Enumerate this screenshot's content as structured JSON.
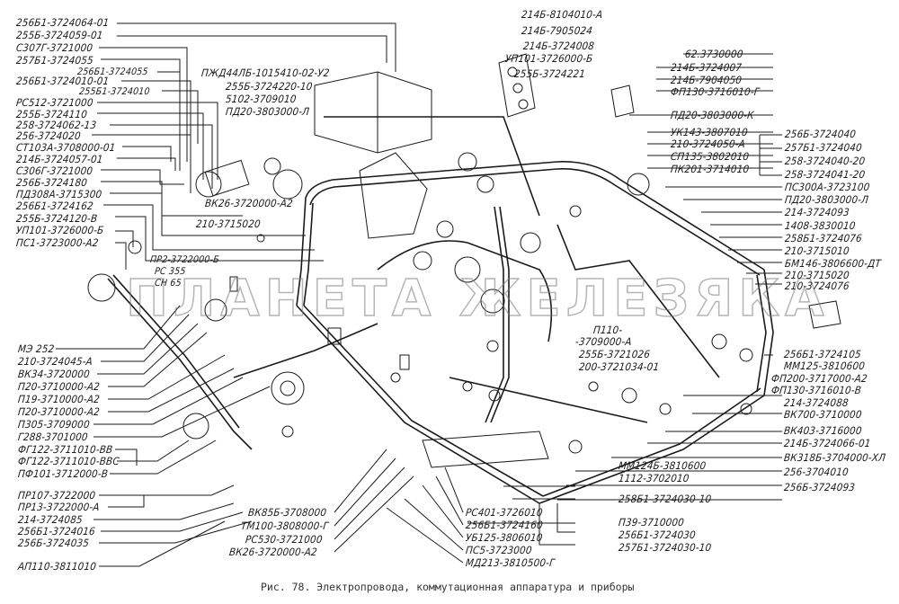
{
  "figure": {
    "caption": "Рис. 78. Электропровода, коммутационная аппаратура и приборы",
    "watermark": "ПЛАНЕТА ЖЕЛЕЗЯКА"
  },
  "labels": {
    "left_top": [
      "256Б1-3724064-01",
      "255Б-3724059-01",
      "С307Г-3721000",
      "257Б1-3724055",
      "256Б1-3724055",
      "256Б1-3724010-01",
      "255Б1-3724010",
      "РС512-3721000",
      "255Б-3724110",
      "258-3724062-13",
      "256-3724020",
      "СТ103А-3708000-01",
      "214Б-3724057-01",
      "С306Г-3721000",
      "256Б-3724180",
      "ПД308А-3715300",
      "256Б1-3724162",
      "255Б-3724120-В",
      "УП101-3726000-Б",
      "ПС1-3723000-А2"
    ],
    "left_bottom": [
      "МЭ 252",
      "210-3724045-А",
      "ВК34-3720000",
      "П20-3710000-А2",
      "П19-3710000-А2",
      "П20-3710000-А2",
      "П305-3709000",
      "Г288-3701000",
      "ФГ122-3711010-ВВ",
      "ФГ122-3711010-ВВС",
      "ПФ101-3712000-В",
      "ПР107-3722000",
      "ПР13-3722000-А",
      "214-3724085",
      "256Б1-3724016",
      "256Б-3724035",
      "АП110-3811010"
    ],
    "center_inner": [
      "ПЖД44ЛБ-1015410-02-У2",
      "255Б-3724220-10",
      "5102-3709010",
      "ПД20-3803000-Л",
      "ВК26-3720000-А2",
      "210-3715020",
      "ПР2-3722000-Б",
      "РС 355",
      "СН 65"
    ],
    "top_center": [
      "214Б-8104010-А",
      "214Б-7905024",
      "214Б-3724008",
      "УП101-3726000-Б",
      "255Б-3724221"
    ],
    "right_top": [
      "62.3730000",
      "214Б-3724007",
      "214Б-7904050",
      "ФП130-3716010-Г",
      "ПД20-3803000-К",
      "УК143-3807010",
      "210-3724050-А",
      "СП135-3802010",
      "ПК201-3714010"
    ],
    "right_column": [
      "256Б-3724040",
      "257Б1-3724040",
      "258-3724040-20",
      "258-3724041-20",
      "ПС300А-3723100",
      "ПД20-3803000-Л",
      "214-3724093",
      "1408-3830010",
      "258Б1-3724076",
      "210-3715010",
      "БМ146-3806600-ДТ",
      "210-3715020",
      "210-3724076"
    ],
    "right_bottom": [
      "256Б1-3724105",
      "ММ125-3810600",
      "ФП200-3717000-А2",
      "ФП130-3716010-В",
      "214-3724088",
      "ВК700-3710000",
      "ВК403-3716000",
      "214Б-3724066-01",
      "ВК318Б-3704000-ХЛ",
      "256-3704010",
      "256Б-3724093"
    ],
    "mid_right": [
      "П110-",
      "-3709000-А",
      "255Б-3721026",
      "200-3721034-01"
    ],
    "bottom_right": [
      "ММ124Б-3810600",
      "1112-3702010",
      "258Б1-3724030-10",
      "П39-3710000",
      "256Б1-3724030",
      "257Б1-3724030-10"
    ],
    "bottom_center_left": [
      "ВК85Б-3708000",
      "ТМ100-3808000-Г",
      "РС530-3721000",
      "ВК26-3720000-А2"
    ],
    "bottom_center_right": [
      "РС401-3726010",
      "256Б1-3724160",
      "УБ125-3806010",
      "ПС5-3723000",
      "МД213-3810500-Г"
    ]
  }
}
